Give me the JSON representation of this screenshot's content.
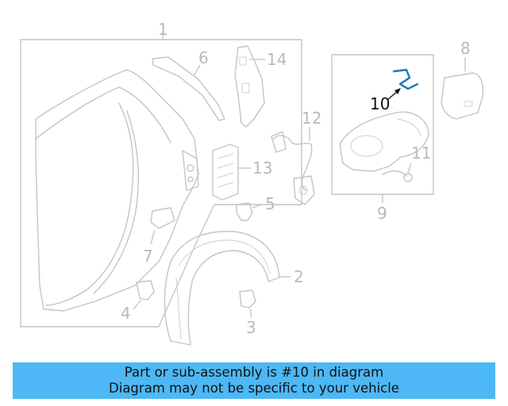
{
  "callouts": {
    "c1": "1",
    "c2": "2",
    "c3": "3",
    "c4": "4",
    "c5": "5",
    "c6": "6",
    "c7": "7",
    "c8": "8",
    "c9": "9",
    "c10": "10",
    "c11": "11",
    "c12": "12",
    "c13": "13",
    "c14": "14"
  },
  "highlight_callout": "10",
  "colors": {
    "line_art": "#c4c4c4",
    "highlighted_part": "#4db8f5",
    "banner_background": "#4db8f5",
    "banner_text": "#111111"
  },
  "banner": {
    "line1": "Part or sub-assembly is #10 in diagram",
    "line2": "Diagram may not be specific to your vehicle"
  }
}
